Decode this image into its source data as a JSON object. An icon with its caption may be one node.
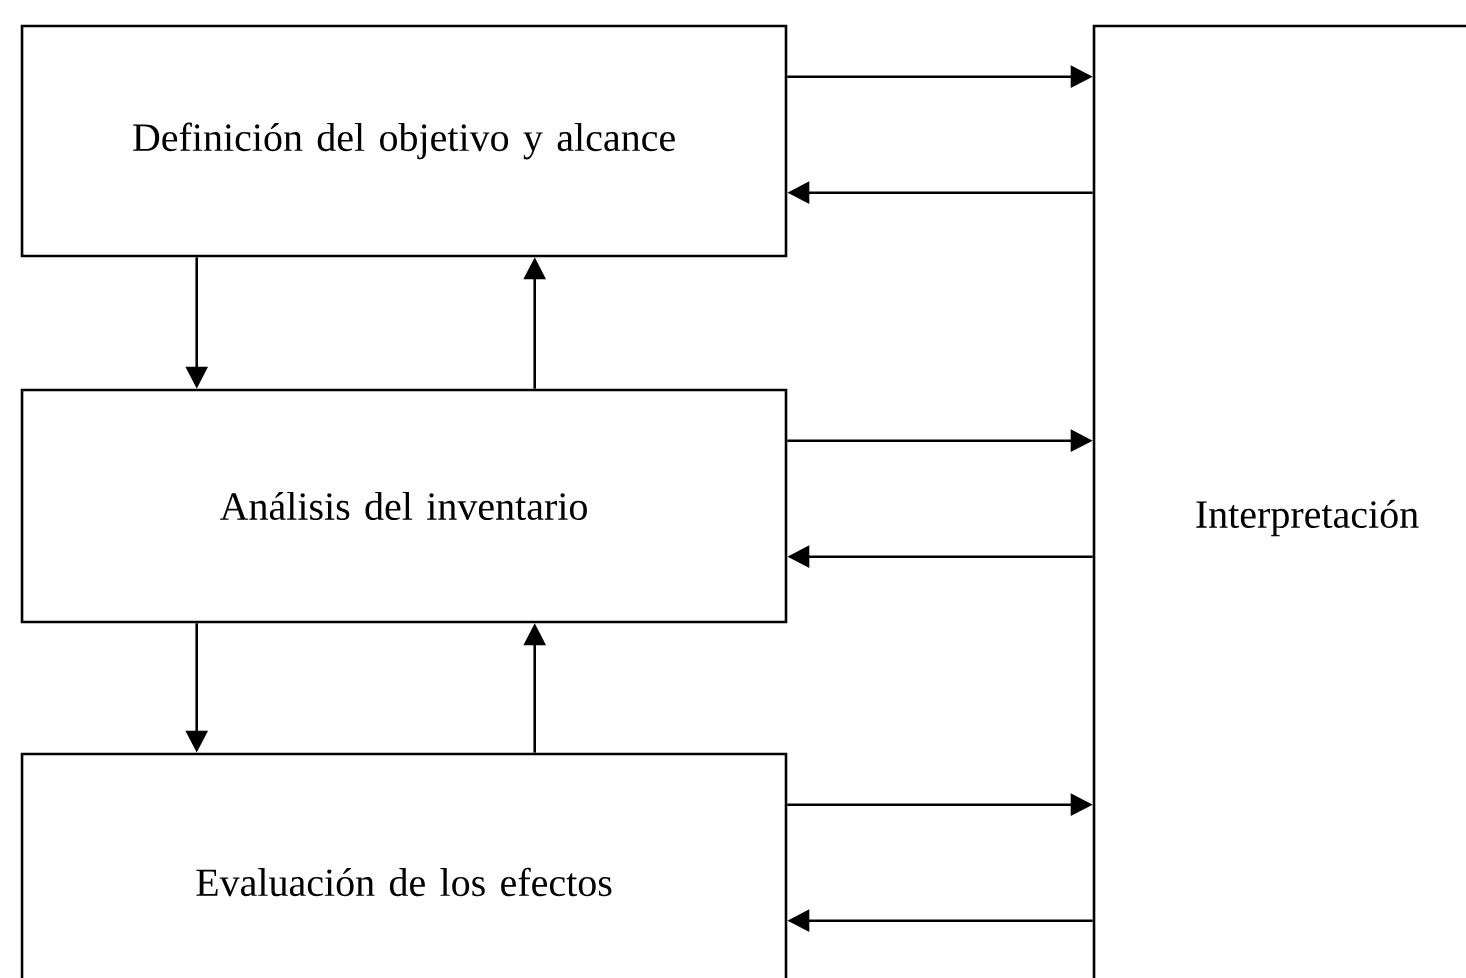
{
  "diagram": {
    "nodes": [
      {
        "text": [
          "Definición del objetivo y alcance"
        ]
      },
      {
        "text": [
          "Análisis del inventario"
        ]
      },
      {
        "text": [
          "Evaluación de los efectos"
        ]
      },
      {
        "text": [
          "Interpretación"
        ]
      }
    ],
    "edges": [
      {
        "from": 0,
        "to": 1,
        "arrow": "to"
      },
      {
        "from": 1,
        "to": 0,
        "arrow": "to"
      },
      {
        "from": 1,
        "to": 2,
        "arrow": "to"
      },
      {
        "from": 2,
        "to": 1,
        "arrow": "to"
      },
      {
        "from": 0,
        "to": 3,
        "arrow": "to"
      },
      {
        "from": 3,
        "to": 0,
        "arrow": "to"
      },
      {
        "from": 1,
        "to": 3,
        "arrow": "to"
      },
      {
        "from": 3,
        "to": 1,
        "arrow": "to"
      },
      {
        "from": 2,
        "to": 3,
        "arrow": "to"
      },
      {
        "from": 3,
        "to": 2,
        "arrow": "to"
      }
    ]
  }
}
